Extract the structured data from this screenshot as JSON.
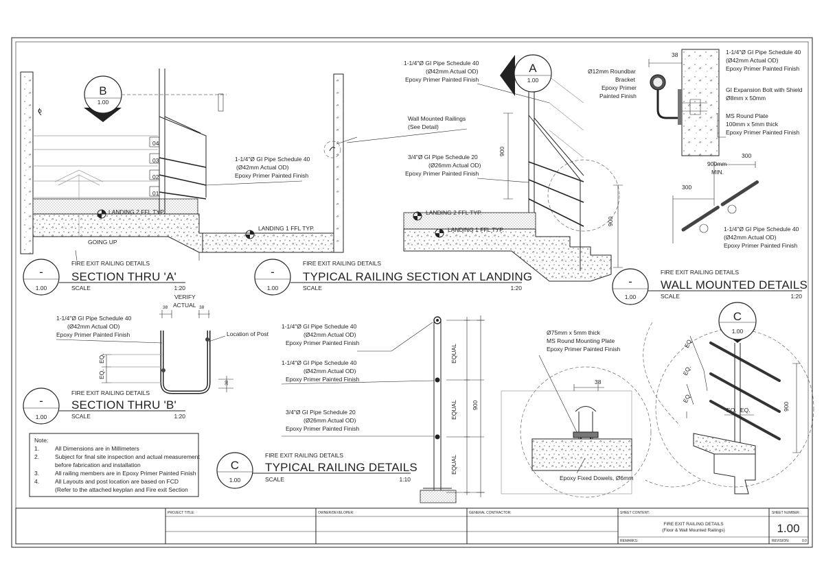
{
  "section_a": {
    "bubble_id": "B",
    "bubble_scale": "1.00",
    "pipe_callout": [
      "1-1/4\"Ø GI Pipe Schedule 40",
      "(Ø42mm Actual OD)",
      "Epoxy Primer Painted Finish"
    ],
    "step_numbers": [
      "04",
      "03",
      "02",
      "01"
    ],
    "landing2": "LANDING 2 FFL TYP.",
    "landing1": "LANDING 1 FFL TYP.",
    "going_up": "GOING UP",
    "label_small": "FIRE EXIT RAILING DETAILS",
    "title": "SECTION THRU 'A'",
    "scale_label": "SCALE",
    "scale": "1:20",
    "title_bubble_id": "-",
    "title_bubble_sheet": "1.00"
  },
  "section_landing": {
    "bubble_id": "A",
    "bubble_scale": "1.00",
    "pipe_callout": [
      "1-1/4\"Ø GI Pipe Schedule 40",
      "(Ø42mm Actual OD)",
      "Epoxy Primer Painted Finish"
    ],
    "wall_callout": [
      "Wall Mounted Railings",
      "(See Detail)"
    ],
    "pipe20_callout": [
      "3/4\"Ø GI Pipe Schedule 20",
      "(Ø26mm Actual OD)",
      "Epoxy Primer Painted Finish"
    ],
    "dim_900_a": "900",
    "dim_900_b": "900",
    "landing2": "LANDING 2 FFL TYP.",
    "landing1": "LANDING 1 FFL TYP.",
    "label_small": "FIRE EXIT RAILING DETAILS",
    "title": "TYPICAL RAILING SECTION AT LANDING",
    "scale_label": "SCALE",
    "scale": "1:20",
    "title_bubble_id": "-",
    "title_bubble_sheet": "1.00"
  },
  "wall_mounted": {
    "dim_38": "38",
    "roundbar": [
      "Ø12mm Roundbar",
      "Bracket",
      "Epoxy Primer",
      "Painted Finish"
    ],
    "pipe_callout": [
      "1-1/4\"Ø GI Pipe Schedule 40",
      "(Ø42mm Actual OD)",
      "Epoxy Primer Painted Finish"
    ],
    "bolt": [
      "GI Expansion Bolt with Shield",
      "Ø8mm x 50mm"
    ],
    "plate": [
      "MS Round Plate",
      "100mm x 5mm thick",
      "Epoxy Primer Painted Finish"
    ],
    "dim_900min": [
      "900mm",
      "MIN."
    ],
    "dim_300_a": "300",
    "dim_300_b": "300",
    "pipe_callout_2": [
      "1-1/4\"Ø GI Pipe Schedule 40",
      "(Ø42mm Actual OD)",
      "Epoxy Primer Painted Finish"
    ],
    "label_small": "FIRE EXIT RAILING DETAILS",
    "title": "WALL MOUNTED DETAILS",
    "scale_label": "SCALE",
    "scale": "1:20",
    "title_bubble_id": "-",
    "title_bubble_sheet": "1.00"
  },
  "section_b": {
    "pipe_callout": [
      "1-1/4\"Ø GI Pipe Schedule 40",
      "(Ø42mm Actual OD)",
      "Epoxy Primer Painted Finish"
    ],
    "verify": [
      "VERIFY",
      "ACTUAL"
    ],
    "dim_38_a": "38",
    "dim_38_b": "38",
    "dim_38_c": "38",
    "location_post": "Location of Post",
    "eq_a": "EQ.",
    "eq_b": "EQ.",
    "label_small": "FIRE EXIT RAILING DETAILS",
    "title": "SECTION THRU 'B'",
    "scale_label": "SCALE",
    "scale": "1:20",
    "title_bubble_id": "-",
    "title_bubble_sheet": "1.00"
  },
  "notes": {
    "heading": "Note:",
    "items": [
      {
        "num": "1.",
        "lines": [
          "All Dimensions are in Millimeters"
        ]
      },
      {
        "num": "2.",
        "lines": [
          "Subject for final site inspection and actual measurement",
          "before fabrication and installation"
        ]
      },
      {
        "num": "3.",
        "lines": [
          "All railing members are in Epoxy Primer Painted Finish"
        ]
      },
      {
        "num": "4.",
        "lines": [
          "All Layouts and post location are based on FCD",
          "(Refer to the attached keyplan and Fire exit Section"
        ]
      }
    ]
  },
  "typical_railing": {
    "callout_1": [
      "1-1/4\"Ø GI Pipe Schedule 40",
      "(Ø42mm Actual OD)",
      "Epoxy Primer Painted Finish"
    ],
    "callout_2": [
      "1-1/4\"Ø GI Pipe Schedule 40",
      "(Ø42mm Actual OD)",
      "Epoxy Primer Painted Finish"
    ],
    "callout_3": [
      "3/4\"Ø GI Pipe Schedule 20",
      "(Ø26mm Actual OD)",
      "Epoxy Primer Painted Finish"
    ],
    "equal_1": "EQUAL",
    "equal_2": "EQUAL",
    "equal_3": "EQUAL",
    "dim_900": "900",
    "label_small": "FIRE EXIT RAILING DETAILS",
    "title": "TYPICAL RAILING DETAILS",
    "scale_label": "SCALE",
    "scale": "1:10",
    "title_bubble_id": "C",
    "title_bubble_sheet": "1.00"
  },
  "mount_detail": {
    "plate": [
      "Ø75mm x 5mm thick",
      "MS Round Mounting Plate",
      "Epoxy Primer Painted Finish"
    ],
    "dim_38": "38",
    "dowels": "Epoxy Fixed Dowels, Ø6mm"
  },
  "detail_c": {
    "bubble_id": "C",
    "bubble_scale": "1.00",
    "eq": [
      "EQ.",
      "EQ.",
      "EQ.",
      "EQ.",
      "EQ."
    ],
    "dim_900": "900"
  },
  "title_block": {
    "project_title_label": "PROJECT TITLE:",
    "owner_label": "OWNER/DEVELOPER:",
    "contractor_label": "GENERAL CONTRACTOR:",
    "sheet_content_label": "SHEET CONTENT:",
    "sheet_content": [
      "FIRE EXIT RAILING DETAILS",
      "(Floor & Wall Mounted Railings)"
    ],
    "remarks_label": "REMARKS:",
    "sheet_number_label": "SHEET NUMBER:",
    "sheet_number": "1.00",
    "revision_label": "REVISION:",
    "revision": "0.0"
  }
}
